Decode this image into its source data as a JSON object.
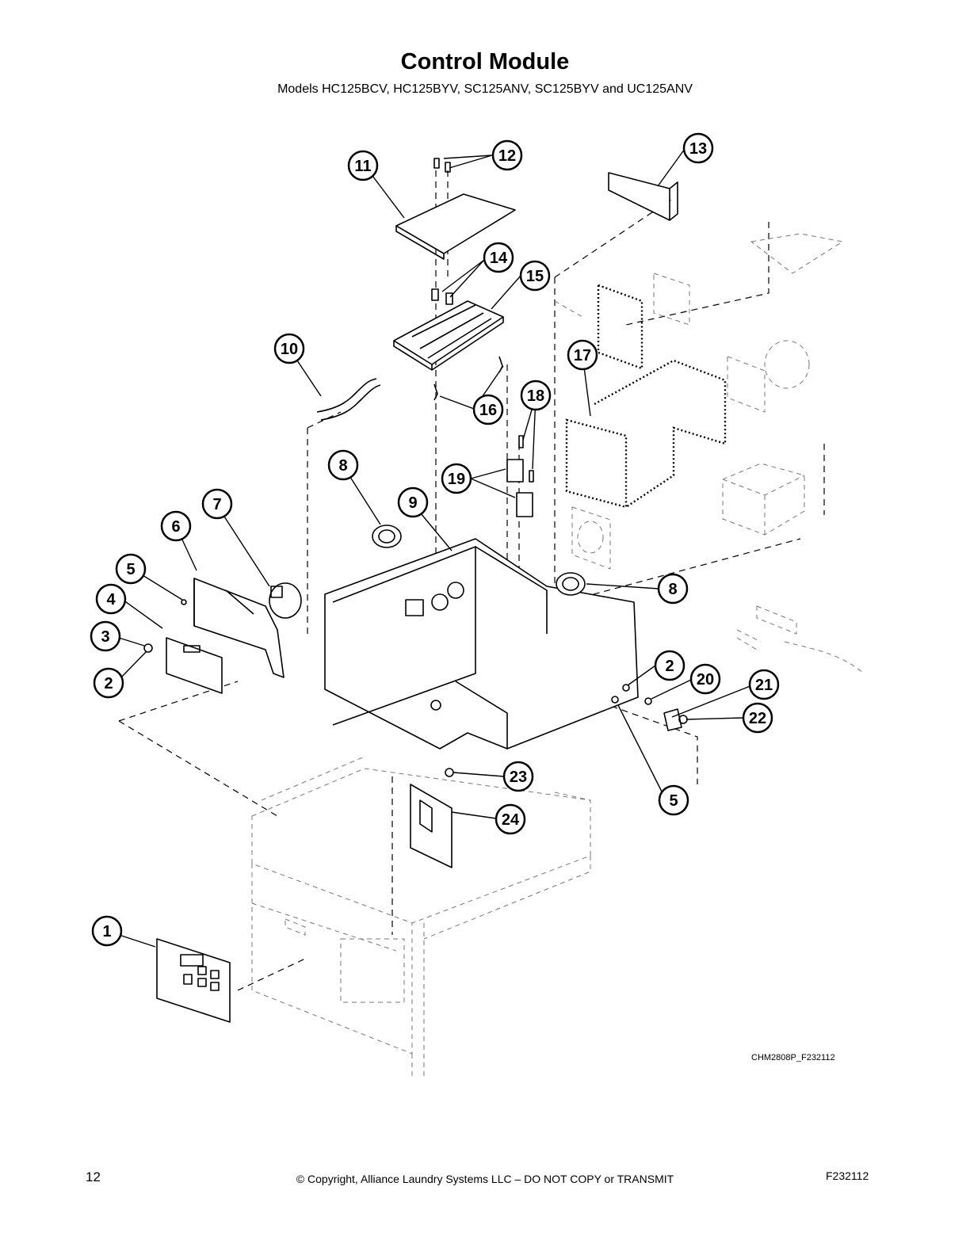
{
  "header": {
    "title": "Control Module",
    "subtitle": "Models HC125BCV, HC125BYV, SC125ANV, SC125BYV and UC125ANV"
  },
  "diagram": {
    "drawing_id": "CHM2808P_F232112",
    "callouts": [
      "1",
      "2",
      "3",
      "4",
      "5",
      "6",
      "7",
      "8",
      "9",
      "10",
      "11",
      "12",
      "13",
      "14",
      "15",
      "16",
      "17",
      "18",
      "19",
      "20",
      "21",
      "22",
      "23",
      "24"
    ]
  },
  "footer": {
    "page_number": "12",
    "copyright": "© Copyright, Alliance Laundry Systems LLC – DO NOT COPY or TRANSMIT",
    "doc_code": "F232112"
  }
}
